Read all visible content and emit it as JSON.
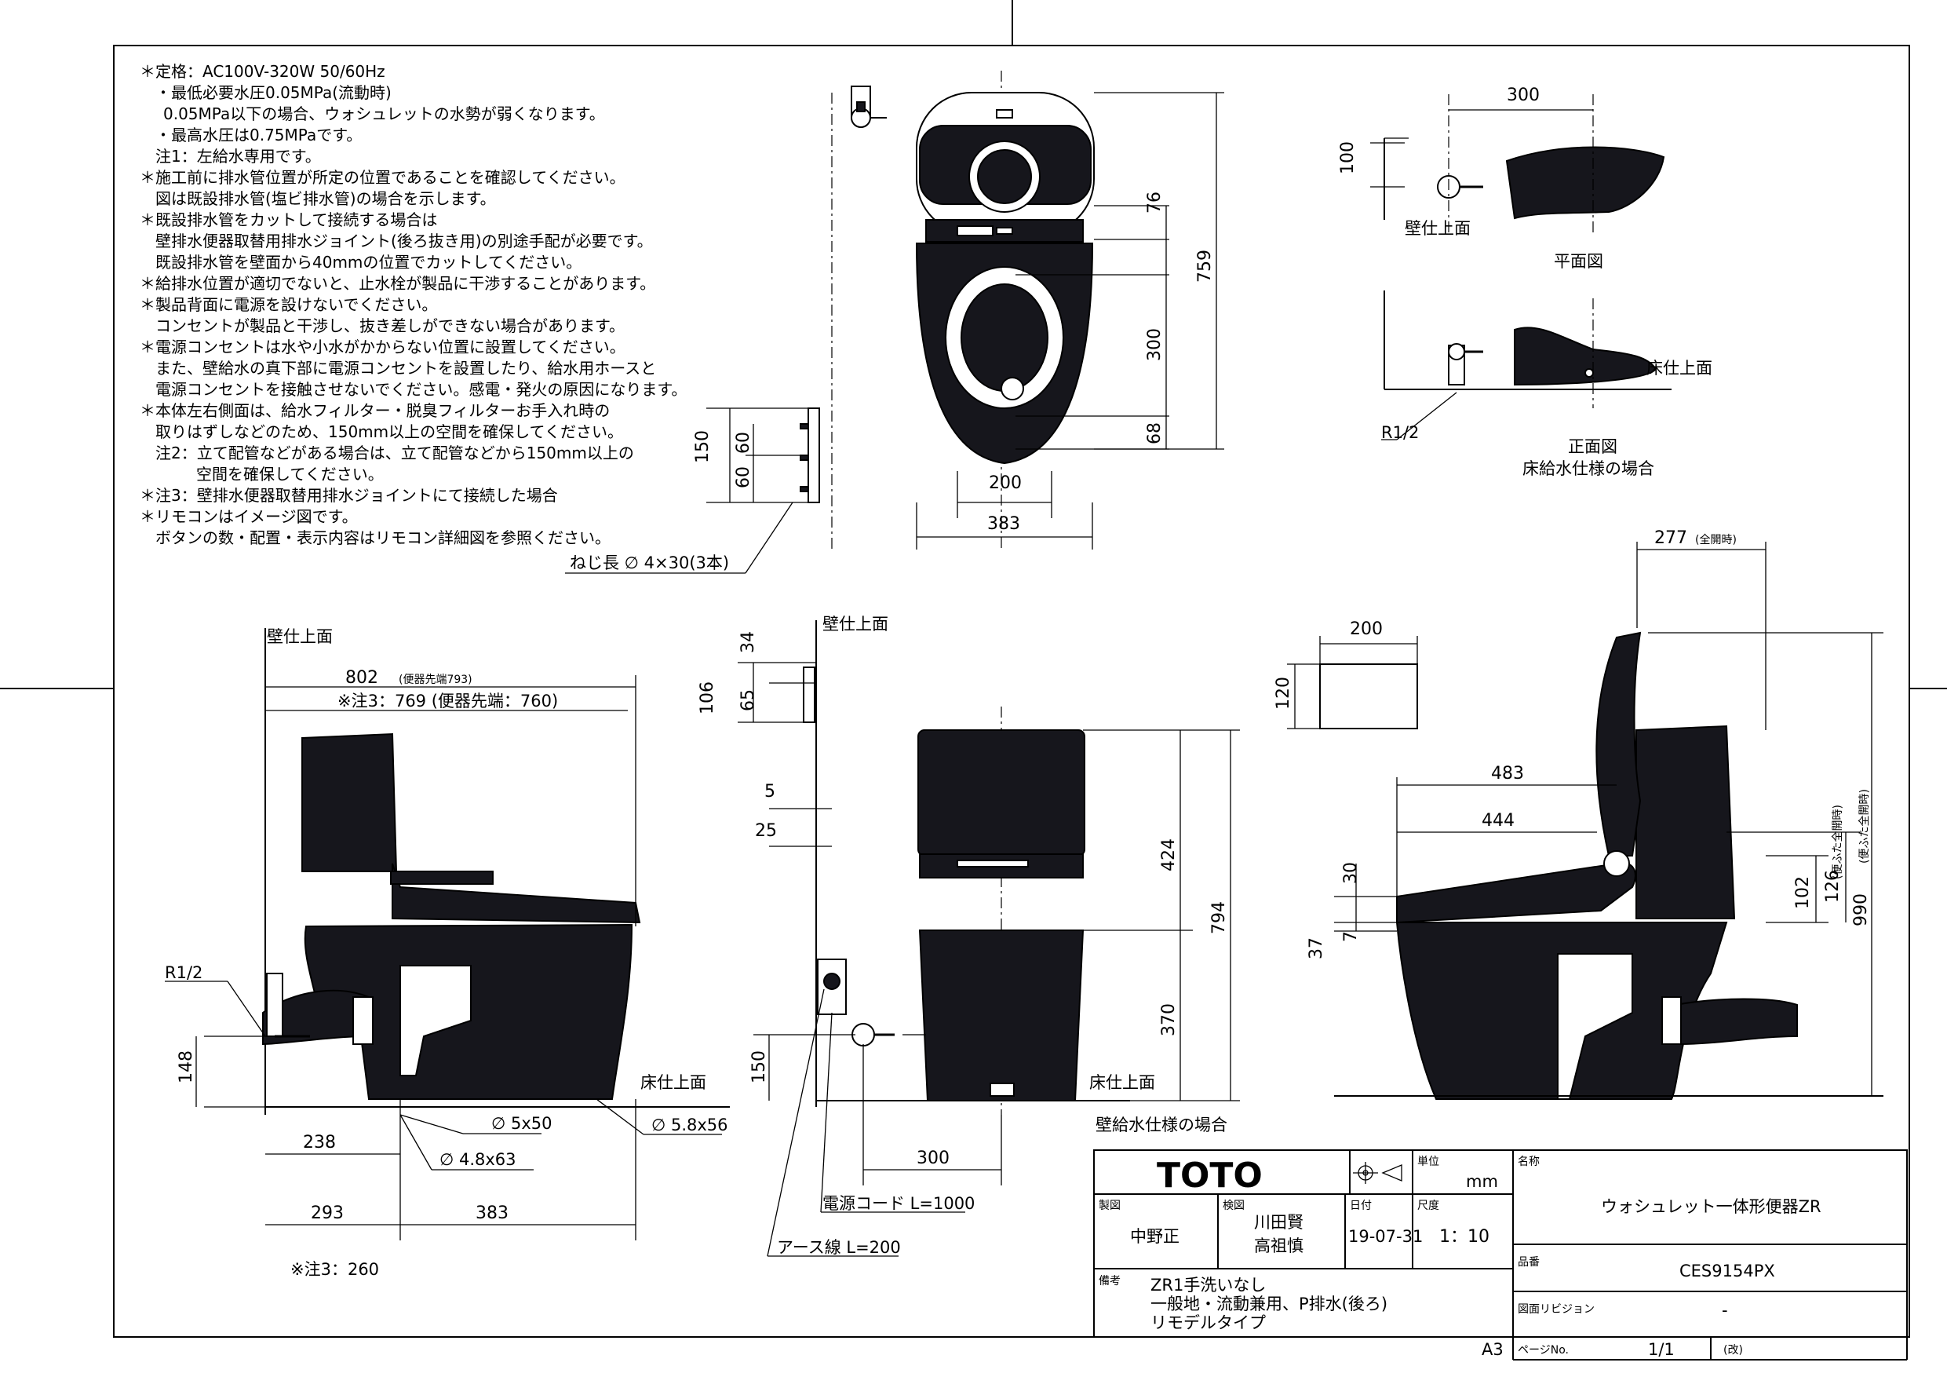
{
  "notes": [
    "＊定格：AC100V-320W 50/60Hz",
    "・最低必要水圧0.05MPa(流動時)",
    "0.05MPa以下の場合、ウォシュレットの水勢が弱くなります。",
    "・最高水圧は0.75MPaです。",
    "注1：左給水専用です。",
    "＊施工前に排水管位置が所定の位置であることを確認してください。",
    "図は既設排水管(塩ビ排水管)の場合を示します。",
    "＊既設排水管をカットして接続する場合は",
    "壁排水便器取替用排水ジョイント(後ろ抜き用)の別途手配が必要です。",
    "既設排水管を壁面から40mmの位置でカットしてください。",
    "＊給排水位置が適切でないと、止水栓が製品に干渉することがあります。",
    "＊製品背面に電源を設けないでください。",
    "コンセントが製品と干渉し、抜き差しができない場合があります。",
    "＊電源コンセントは水や小水がかからない位置に設置してください。",
    "また、壁給水の真下部に電源コンセントを設置したり、給水用ホースと",
    "電源コンセントを接触させないでください。感電・発火の原因になります。",
    "＊本体左右側面は、給水フィルター・脱臭フィルターお手入れ時の",
    "取りはずしなどのため、150mm以上の空間を確保してください。",
    "注2：立て配管などがある場合は、立て配管などから150mm以上の",
    "空間を確保してください。",
    "＊注3：壁排水便器取替用排水ジョイントにて接続した場合",
    "＊リモコンはイメージ図です。",
    "ボタンの数・配置・表示内容はリモコン詳細図を参照ください。"
  ],
  "top_view": {
    "dims": {
      "d76": "76",
      "d300": "300",
      "d759": "759",
      "d68": "68",
      "d200": "200",
      "d383": "383"
    },
    "remote_dims": {
      "d150": "150",
      "d60a": "60",
      "d60b": "60"
    },
    "screw_label": "ねじ長 ∅ 4×30(3本)"
  },
  "side_view": {
    "wall_label": "壁仕上面",
    "floor_label": "床仕上面",
    "d802": "802",
    "d802_note": "(便器先端793)",
    "note3_769": "※注3：769 (便器先端：760)",
    "r12": "R1/2",
    "d148": "148",
    "d238": "238",
    "d293": "293",
    "d383": "383",
    "hole_5x50": "∅ 5x50",
    "hole_48x63": "∅ 4.8x63",
    "hole_58x56": "∅ 5.8x56",
    "note3_260": "※注3：260"
  },
  "front_view": {
    "wall_label": "壁仕上面",
    "floor_label": "床仕上面",
    "d34": "34",
    "d106": "106",
    "d65": "65",
    "d5": "5",
    "d25": "25",
    "d424": "424",
    "d794": "794",
    "d370": "370",
    "d150": "150",
    "d300": "300",
    "power_cord": "電源コード L=1000",
    "earth_wire": "アース線 L=200",
    "caption": "壁給水仕様の場合"
  },
  "plan_detail": {
    "d300": "300",
    "d100": "100",
    "wall_label": "壁仕上面",
    "caption_plan": "平面図",
    "floor_label": "床仕上面",
    "r12": "R1/2",
    "caption_front": "正面図",
    "caption_floor": "床給水仕様の場合"
  },
  "open_view": {
    "d277": "277",
    "d277_note": "(全開時)",
    "d200": "200",
    "d120": "120",
    "d483": "483",
    "d444": "444",
    "d30": "30",
    "d37": "37",
    "d7": "7",
    "d102": "102",
    "d126": "126",
    "d990": "990",
    "d990_note": "(便ふた全開時)",
    "d126_note": "(便ふた全開時)"
  },
  "title_block": {
    "brand": "TOTO",
    "unit_label": "単位",
    "unit": "mm",
    "name_label": "名称",
    "name": "ウォシュレット一体形便器ZR",
    "drawn_label": "製図",
    "drawn": "中野正",
    "checked_label": "検図",
    "checked_1": "川田賢",
    "checked_2": "高祖慎",
    "date_label": "日付",
    "date": "19-07-31",
    "scale_label": "尺度",
    "scale": "1：10",
    "model_label": "品番",
    "model": "CES9154PX",
    "remarks_label": "備考",
    "remark_1": "ZR1手洗いなし",
    "remark_2": "一般地・流動兼用、P排水(後ろ)",
    "remark_3": "リモデルタイプ",
    "revision_label": "図面リビジョン",
    "revision": "-",
    "page_label": "ページNo.",
    "page": "1/1",
    "page_tag": "(改)",
    "sheet": "A3"
  }
}
